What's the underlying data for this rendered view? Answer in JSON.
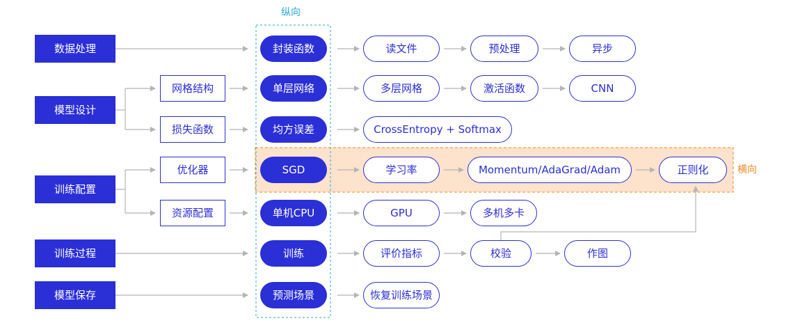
{
  "colors": {
    "primary": "#2b2fd6",
    "connector": "#b5b5b5",
    "vertical_accent": "#29a8d8",
    "horizontal_accent": "#f08a24",
    "horizontal_band_fill": "#fde2cc"
  },
  "labels": {
    "vertical": "纵向",
    "horizontal": "横向"
  },
  "categories": {
    "data": "数据处理",
    "model": "模型设计",
    "train_config": "训练配置",
    "train_process": "训练过程",
    "save": "模型保存"
  },
  "subcategories": {
    "network": "网格结构",
    "loss": "损失函数",
    "optimizer": "优化器",
    "resource": "资源配置"
  },
  "key_nodes": {
    "wrap": "封装函数",
    "single_layer": "单层网络",
    "mse": "均方误差",
    "sgd": "SGD",
    "single_cpu": "单机CPU",
    "train": "训练",
    "predict_scene": "预测场景"
  },
  "steps": {
    "read_file": "读文件",
    "preprocess": "预处理",
    "async": "异步",
    "multi_layer": "多层网格",
    "activation": "激活函数",
    "cnn": "CNN",
    "cross_entropy": "CrossEntropy + Softmax",
    "learning_rate": "学习率",
    "momentum": "Momentum/AdaGrad/Adam",
    "regularization": "正则化",
    "gpu": "GPU",
    "multi_gpu": "多机多卡",
    "evaluation": "评价指标",
    "validation": "校验",
    "plot": "作图",
    "restore_scene": "恢复训练场景"
  }
}
